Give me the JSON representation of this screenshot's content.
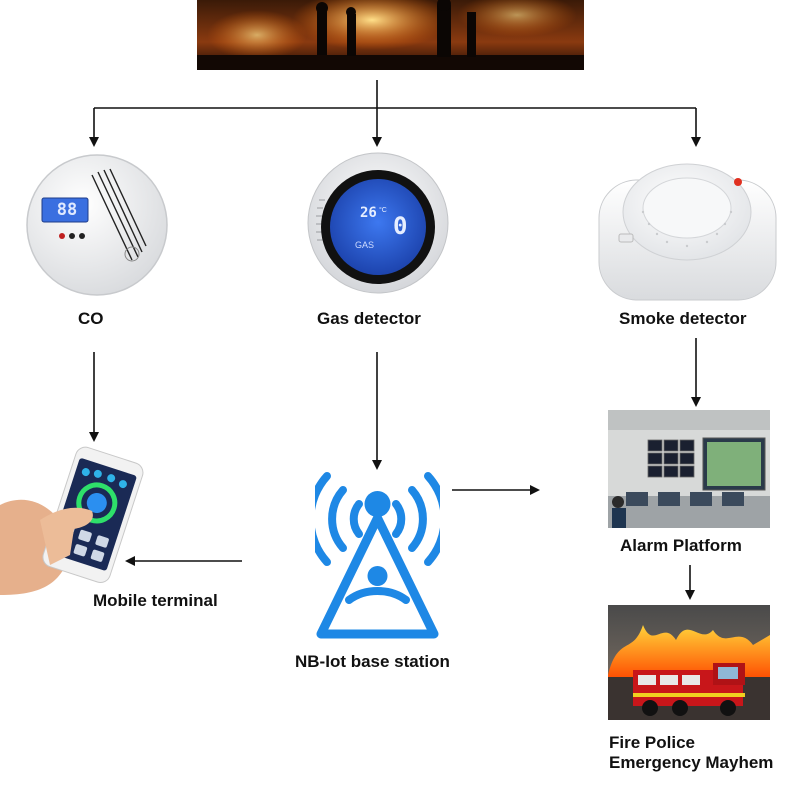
{
  "labels": {
    "co": "CO",
    "gas_detector": "Gas detector",
    "smoke_detector": "Smoke detector",
    "alarm_platform": "Alarm Platform",
    "mobile_terminal": "Mobile terminal",
    "base_station": "NB-Iot base station",
    "fire_line1": "Fire Police",
    "fire_line2": "Emergency Mayhem"
  },
  "gas_display": {
    "temperature": "26",
    "temp_unit": "°C",
    "reading": "0",
    "sensor": "GAS"
  },
  "co_display": {
    "reading": "88"
  },
  "colors": {
    "tower": "#1e88e5",
    "arrow": "#111111",
    "lcd": "#2a5bd7"
  }
}
